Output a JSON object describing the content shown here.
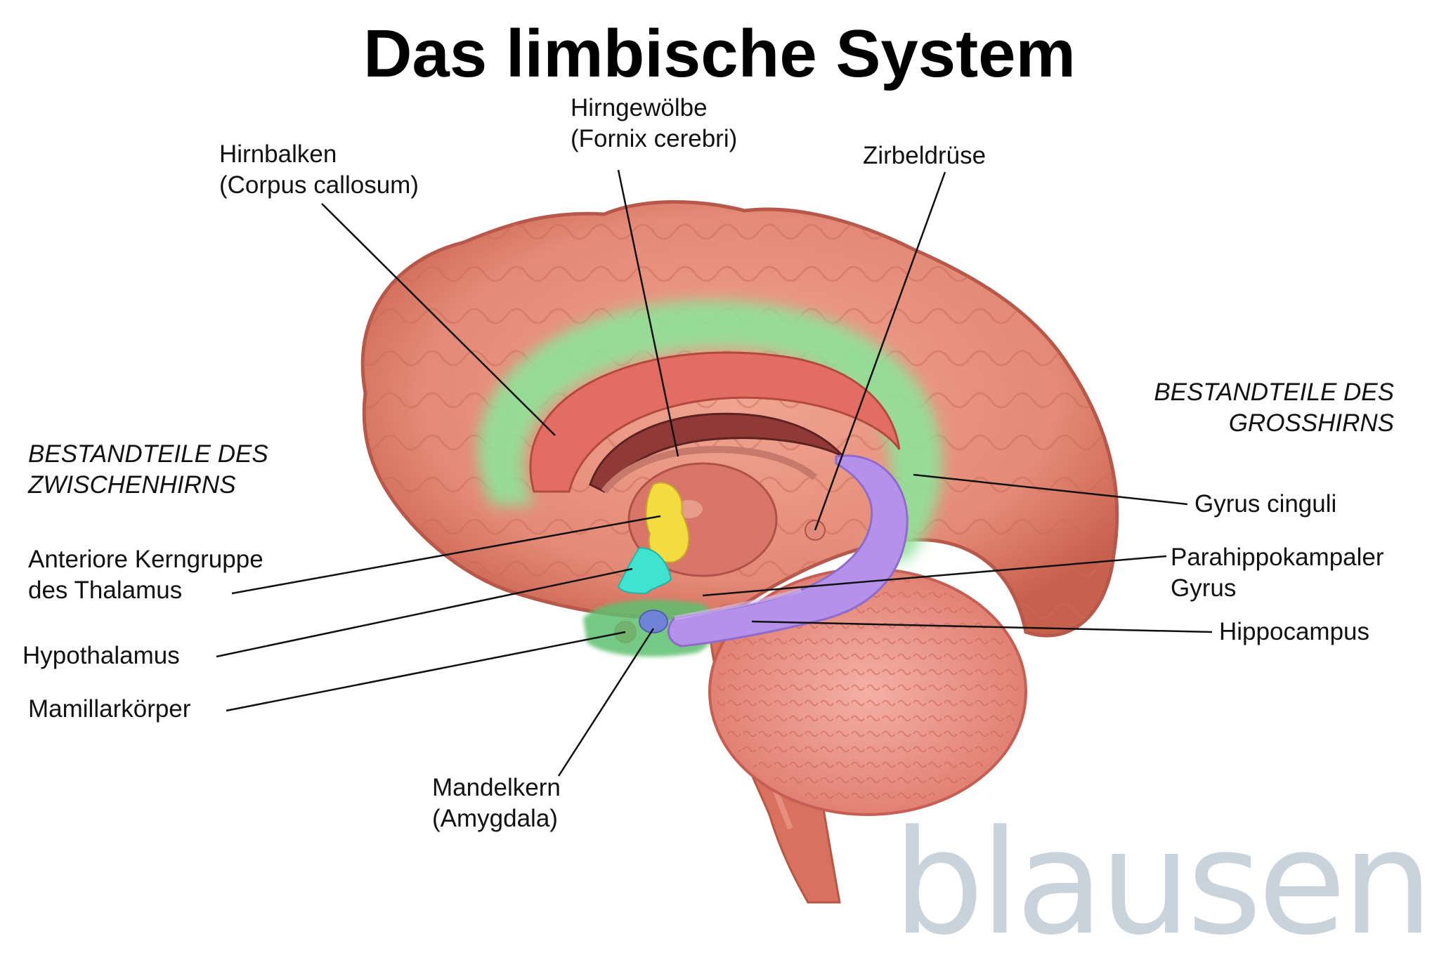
{
  "title": "Das limbische System",
  "groups": {
    "diencephalon": [
      "BESTANDTEILE DES",
      "ZWISCHENHIRNS"
    ],
    "cerebrum": [
      "BESTANDTEILE DES",
      "GROSSHIRNS"
    ]
  },
  "labels": {
    "corpus_callosum": [
      "Hirnbalken",
      "(Corpus callosum)"
    ],
    "fornix": [
      "Hirngewölbe",
      "(Fornix cerebri)"
    ],
    "pineal": "Zirbeldrüse",
    "anterior_thalamus": [
      "Anteriore Kerngruppe",
      "des Thalamus"
    ],
    "hypothalamus": "Hypothalamus",
    "mammillary": "Mamillarkörper",
    "amygdala": [
      "Mandelkern",
      "(Amygdala)"
    ],
    "cingulate": "Gyrus cinguli",
    "parahippocampal": [
      "Parahippokampaler",
      "Gyrus"
    ],
    "hippocampus": "Hippocampus"
  },
  "logo": "blausen",
  "colors": {
    "cortex": "#e48a76",
    "cingulate_green": "#8fe39a",
    "thalamus_yellow": "#f3dc3f",
    "hypothalamus_cyan": "#3fe3cf",
    "hippocampus_purple": "#b592ea",
    "amygdala_blue": "#6f84d6",
    "logo_gray": "#c9d3db"
  }
}
